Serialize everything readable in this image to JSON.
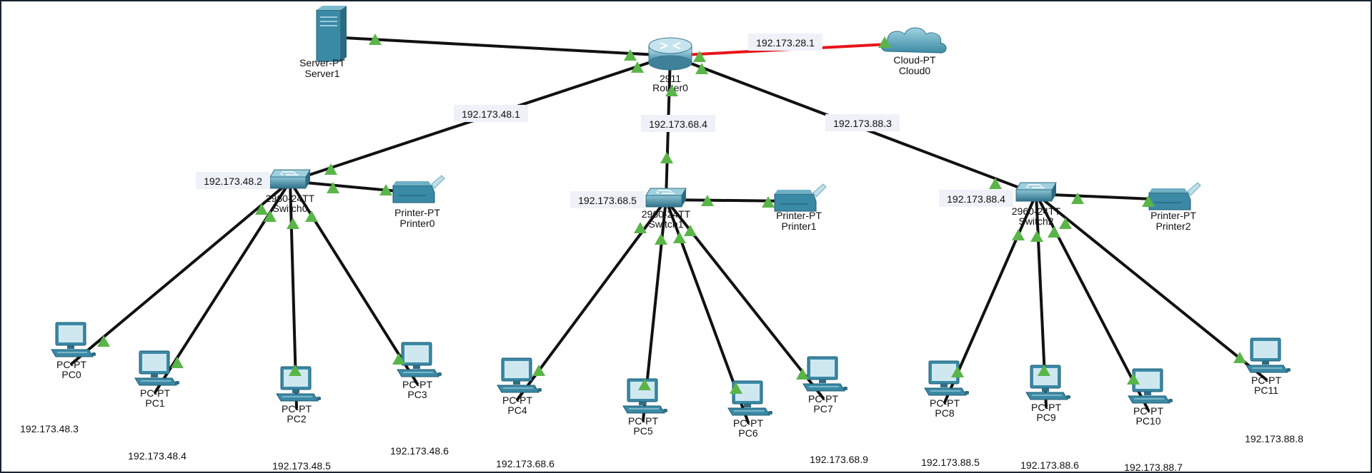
{
  "colors": {
    "link": "#111111",
    "wan_link": "#e8141a",
    "port_up": "#5ab548",
    "label_bg": "#eef1f7",
    "device": "#3f8fa8"
  },
  "devices": {
    "server1": {
      "type": "Server-PT",
      "name": "Server1",
      "icon": "server-icon"
    },
    "router0": {
      "type": "2911",
      "name": "Router0",
      "icon": "router-icon"
    },
    "cloud0": {
      "type": "Cloud-PT",
      "name": "Cloud0",
      "icon": "cloud-icon"
    },
    "switch0": {
      "type": "2960-24TT",
      "name": "Switch0",
      "icon": "switch-icon"
    },
    "switch1": {
      "type": "2960-24TT",
      "name": "Switch1",
      "icon": "switch-icon"
    },
    "switch2": {
      "type": "2960-24TT",
      "name": "Switch2",
      "icon": "switch-icon"
    },
    "printer0": {
      "type": "Printer-PT",
      "name": "Printer0",
      "icon": "printer-icon"
    },
    "printer1": {
      "type": "Printer-PT",
      "name": "Printer1",
      "icon": "printer-icon"
    },
    "printer2": {
      "type": "Printer-PT",
      "name": "Printer2",
      "icon": "printer-icon"
    },
    "pc0": {
      "type": "PC-PT",
      "name": "PC0",
      "icon": "pc-icon"
    },
    "pc1": {
      "type": "PC-PT",
      "name": "PC1",
      "icon": "pc-icon"
    },
    "pc2": {
      "type": "PC-PT",
      "name": "PC2",
      "icon": "pc-icon"
    },
    "pc3": {
      "type": "PC-PT",
      "name": "PC3",
      "icon": "pc-icon"
    },
    "pc4": {
      "type": "PC-PT",
      "name": "PC4",
      "icon": "pc-icon"
    },
    "pc5": {
      "type": "PC-PT",
      "name": "PC5",
      "icon": "pc-icon"
    },
    "pc6": {
      "type": "PC-PT",
      "name": "PC6",
      "icon": "pc-icon"
    },
    "pc7": {
      "type": "PC-PT",
      "name": "PC7",
      "icon": "pc-icon"
    },
    "pc8": {
      "type": "PC-PT",
      "name": "PC8",
      "icon": "pc-icon"
    },
    "pc9": {
      "type": "PC-PT",
      "name": "PC9",
      "icon": "pc-icon"
    },
    "pc10": {
      "type": "PC-PT",
      "name": "PC10",
      "icon": "pc-icon"
    },
    "pc11": {
      "type": "PC-PT",
      "name": "PC11",
      "icon": "pc-icon"
    }
  },
  "ip_labels": {
    "router_cloud": "192.173.28.1",
    "router_switch0": "192.173.48.1",
    "router_switch1": "192.173.68.4",
    "router_switch2": "192.173.88.3",
    "switch0": "192.173.48.2",
    "switch1": "192.173.68.5",
    "switch2": "192.173.88.4",
    "pc0": "192.173.48.3",
    "pc1": "192.173.48.4",
    "pc2": "192.173.48.5",
    "pc3": "192.173.48.6",
    "pc4": "192.173.68.6",
    "pc7": "192.173.68.9",
    "pc8": "192.173.88.5",
    "pc9": "192.173.88.6",
    "pc10": "192.173.88.7",
    "pc11": "192.173.88.8"
  }
}
